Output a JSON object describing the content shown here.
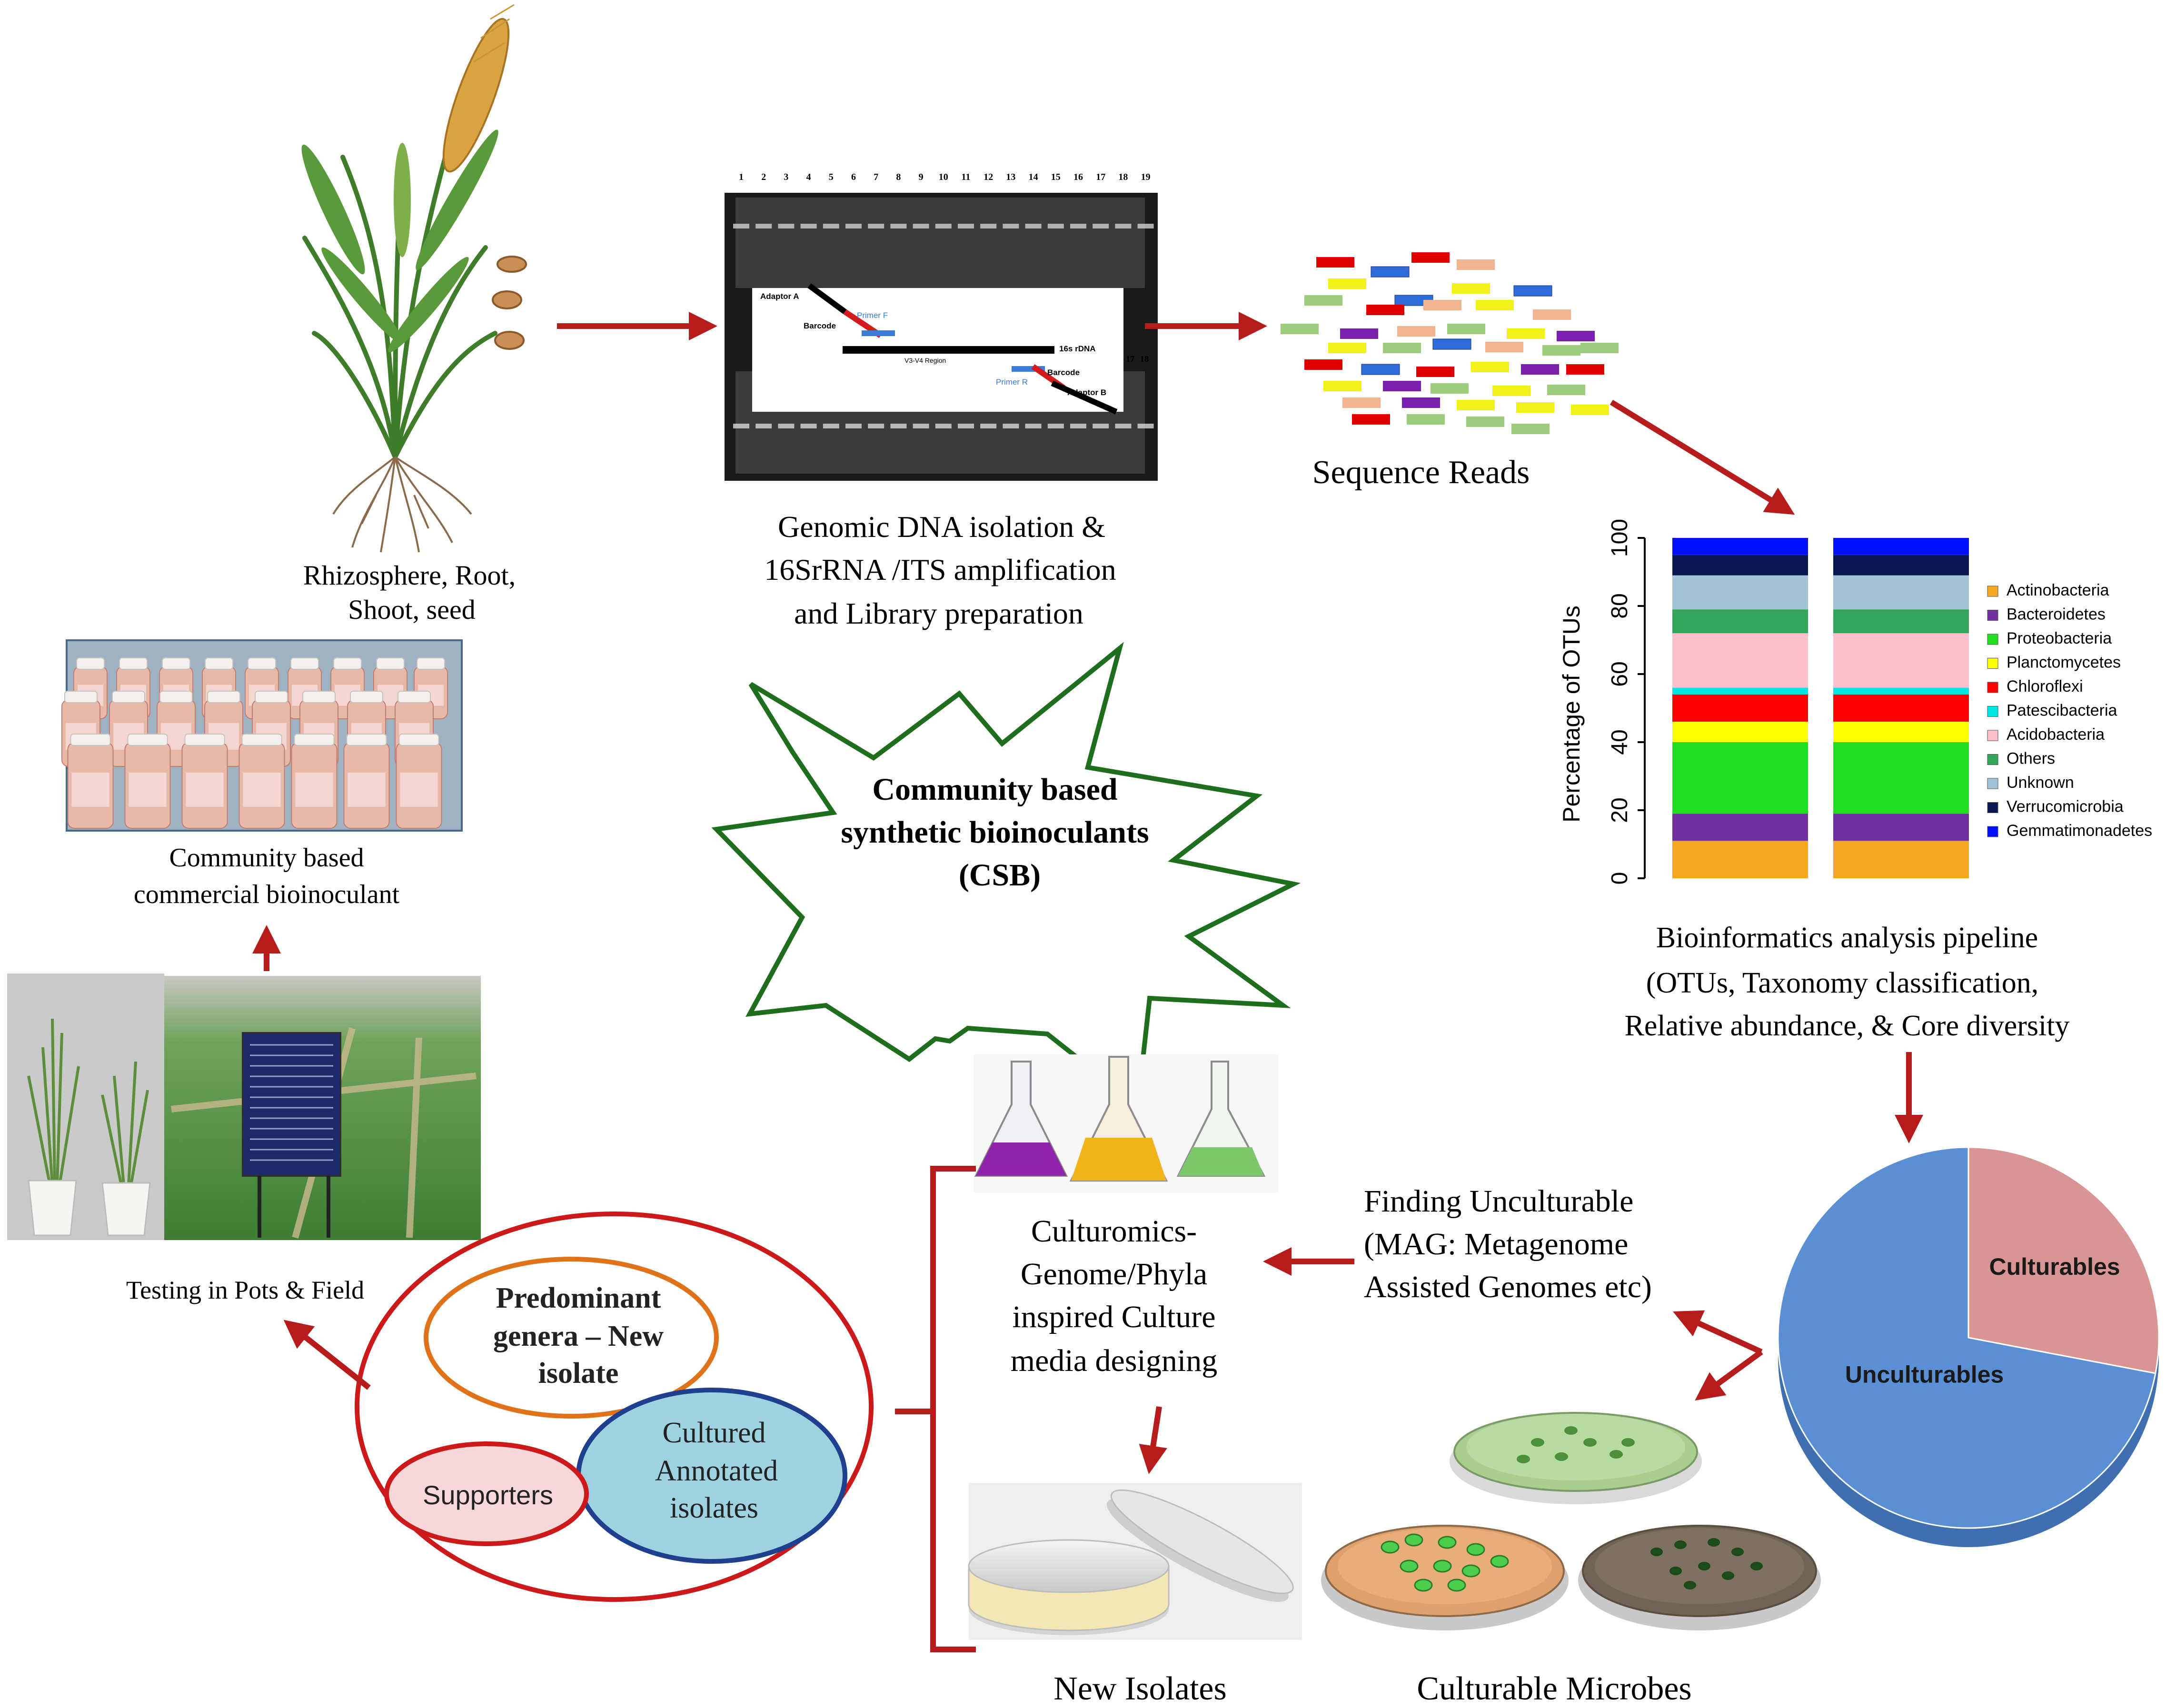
{
  "labels": {
    "plant": [
      "Rhizosphere, Root,",
      "Shoot, seed"
    ],
    "genomic": [
      "Genomic DNA isolation &",
      "16SrRNA /ITS amplification",
      "and Library preparation"
    ],
    "sequence_reads": "Sequence Reads",
    "bioinformatics": [
      "Bioinformatics analysis pipeline",
      "(OTUs, Taxonomy classification,",
      "Relative abundance, & Core diversity"
    ],
    "commercial": [
      "Community based",
      "commercial bioinoculant"
    ],
    "testing": "Testing in Pots & Field",
    "csb": [
      "Community based",
      "synthetic bioinoculants",
      "(CSB)"
    ],
    "culturomics": [
      "Culturomics-",
      "Genome/Phyla",
      "inspired Culture",
      "media designing"
    ],
    "finding": [
      "Finding Unculturable",
      "(MAG: Metagenome",
      "Assisted Genomes etc)"
    ],
    "new_isolates": "New Isolates",
    "culturable_microbes": "Culturable Microbes",
    "predominant": [
      "Predominant",
      "genera – New",
      "isolate"
    ],
    "cultured": [
      "Cultured",
      "Annotated",
      "isolates"
    ],
    "supporters": "Supporters"
  },
  "gel": {
    "lanes": [
      "1",
      "2",
      "3",
      "4",
      "5",
      "6",
      "7",
      "8",
      "9",
      "10",
      "11",
      "12",
      "13",
      "14",
      "15",
      "16",
      "17",
      "18",
      "19"
    ],
    "lower_lanes_extra": [
      "17",
      "18"
    ],
    "schematic": {
      "adaptor_a": "Adaptor A",
      "barcode_top": "Barcode",
      "primer_f": "Primer F",
      "rdna": "16s rDNA",
      "region": "V3-V4 Region",
      "primer_r": "Primer R",
      "barcode_bottom": "Barcode",
      "adaptor_b": "Adaptor B"
    }
  },
  "chart_data": {
    "type": "bar",
    "stacked": true,
    "ylabel": "Percentage of OTUs",
    "ylim": [
      0,
      100
    ],
    "yticks": [
      "0",
      "20",
      "40",
      "60",
      "80",
      "100"
    ],
    "categories": [
      "",
      ""
    ],
    "series": [
      {
        "name": "Actinobacteria",
        "color": "#f5a623",
        "values": [
          11,
          11
        ]
      },
      {
        "name": "Bacteroidetes",
        "color": "#7030a0",
        "values": [
          8,
          8
        ]
      },
      {
        "name": "Proteobacteria",
        "color": "#22dd22",
        "values": [
          21,
          21
        ]
      },
      {
        "name": "Planctomycetes",
        "color": "#ffff00",
        "values": [
          6,
          6
        ]
      },
      {
        "name": "Chloroflexi",
        "color": "#ff0000",
        "values": [
          8,
          8
        ]
      },
      {
        "name": "Patescibacteria",
        "color": "#00e5e5",
        "values": [
          2,
          2
        ]
      },
      {
        "name": "Acidobacteria",
        "color": "#ffc0cb",
        "values": [
          16,
          16
        ]
      },
      {
        "name": "Others",
        "color": "#33a65a",
        "values": [
          7,
          7
        ]
      },
      {
        "name": "Unknown",
        "color": "#a3c4d8",
        "values": [
          10,
          10
        ]
      },
      {
        "name": "Verrucomicrobia",
        "color": "#0a1650",
        "values": [
          6,
          6
        ]
      },
      {
        "name": "Gemmatimonadetes",
        "color": "#0010ff",
        "values": [
          5,
          5
        ]
      }
    ],
    "legend_position": "right"
  },
  "pie": {
    "type": "pie",
    "slices": [
      {
        "label": "Unculturables",
        "value": 72,
        "color": "#5b8fd4"
      },
      {
        "label": "Culturables",
        "value": 28,
        "color": "#d99594"
      }
    ]
  },
  "colors": {
    "arrow": "#b71c1c",
    "star_stroke": "#1e6e1e",
    "outer_ellipse": "#cc1a1a",
    "predominant_stroke": "#e0731a",
    "cultured_fill": "#9dd3e0",
    "cultured_stroke": "#1f3f8f",
    "supporters_fill": "#f6d8d8"
  }
}
